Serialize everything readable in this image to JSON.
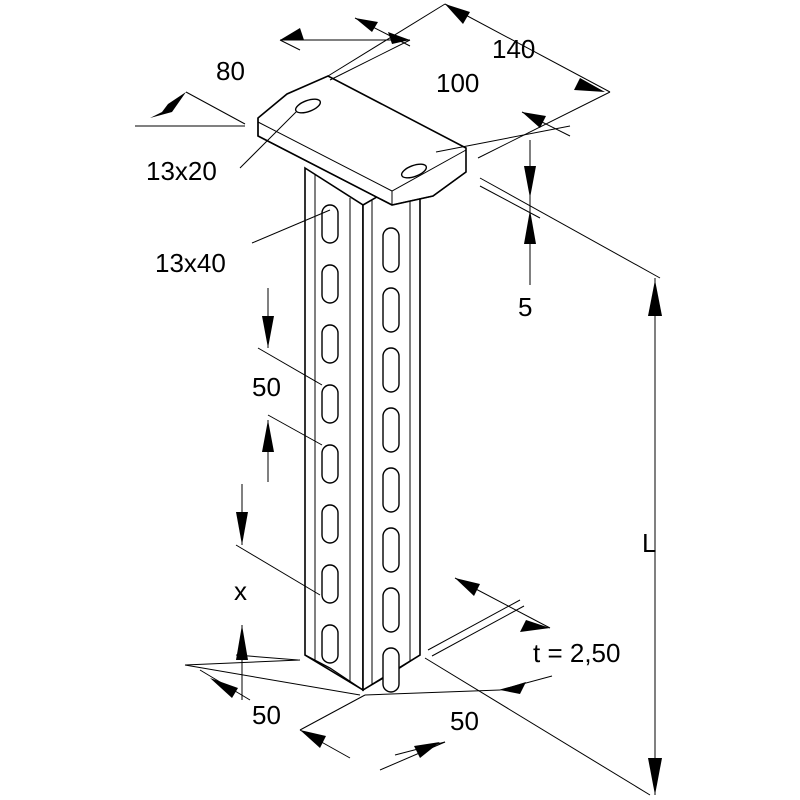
{
  "dimensions": {
    "plate_width": "80",
    "plate_length": "140",
    "hole_spacing": "100",
    "plate_slot": "13x20",
    "profile_slot": "13x40",
    "plate_thickness": "5",
    "slot_pitch": "50",
    "first_slot_offset": "x",
    "length": "L",
    "wall_thickness": "t = 2,50",
    "profile_width_left": "50",
    "profile_width_right": "50"
  }
}
